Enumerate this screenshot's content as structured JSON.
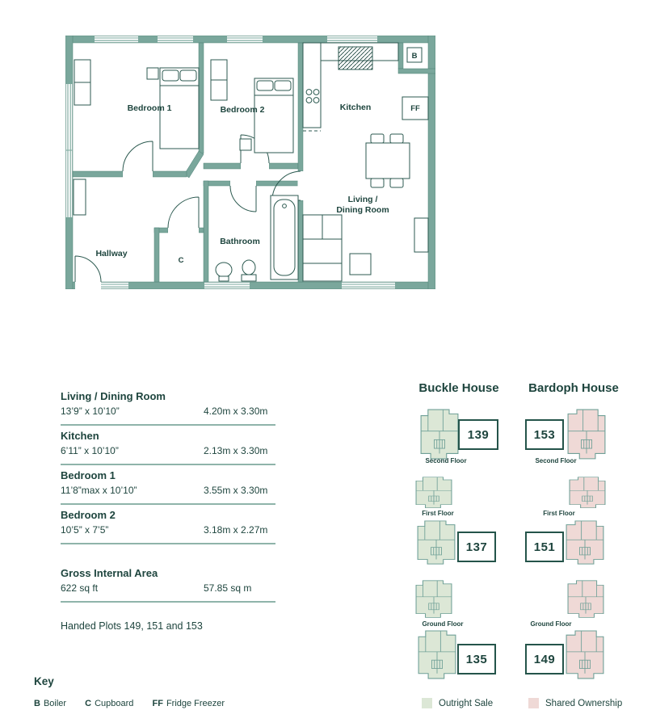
{
  "floorplan": {
    "rooms": {
      "bedroom1": "Bedroom 1",
      "bedroom2": "Bedroom 2",
      "kitchen": "Kitchen",
      "living_line1": "Living /",
      "living_line2": "Dining Room",
      "bathroom": "Bathroom",
      "hallway": "Hallway"
    },
    "markers": {
      "boiler": "B",
      "cupboard": "C",
      "fridge_freezer": "FF"
    },
    "wall_color": "#7AA79C"
  },
  "dimensions": {
    "rows": [
      {
        "room": "Living / Dining Room",
        "imperial": "13’9” x 10’10”",
        "metric": "4.20m x 3.30m"
      },
      {
        "room": "Kitchen",
        "imperial": "6’11” x 10’10”",
        "metric": "2.13m x 3.30m"
      },
      {
        "room": "Bedroom 1",
        "imperial": "11’8”max x 10’10”",
        "metric": "3.55m x 3.30m"
      },
      {
        "room": "Bedroom 2",
        "imperial": "10’5” x 7’5”",
        "metric": "3.18m x 2.27m"
      }
    ],
    "area": {
      "label": "Gross Internal Area",
      "imperial": "622 sq ft",
      "metric": "57.85 sq m"
    },
    "handed_note": "Handed Plots 149, 151 and 153"
  },
  "key": {
    "title": "Key",
    "items": [
      {
        "code": "B",
        "label": "Boiler"
      },
      {
        "code": "C",
        "label": "Cupboard"
      },
      {
        "code": "FF",
        "label": "Fridge Freezer"
      }
    ]
  },
  "buildings": [
    {
      "name": "Buckle House",
      "color": "#DCE7D6",
      "floors": [
        {
          "label": "Second Floor",
          "plot": "139"
        },
        {
          "label": "First Floor",
          "plot": "137"
        },
        {
          "label": "Ground Floor",
          "plot": "135"
        }
      ]
    },
    {
      "name": "Bardoph House",
      "color": "#EFD9D6",
      "floors": [
        {
          "label": "Second Floor",
          "plot": "153"
        },
        {
          "label": "First Floor",
          "plot": "151"
        },
        {
          "label": "Ground Floor",
          "plot": "149"
        }
      ]
    }
  ],
  "legend": [
    {
      "label": "Outright Sale",
      "color": "#DCE7D6"
    },
    {
      "label": "Shared Ownership",
      "color": "#EFD9D6"
    }
  ]
}
